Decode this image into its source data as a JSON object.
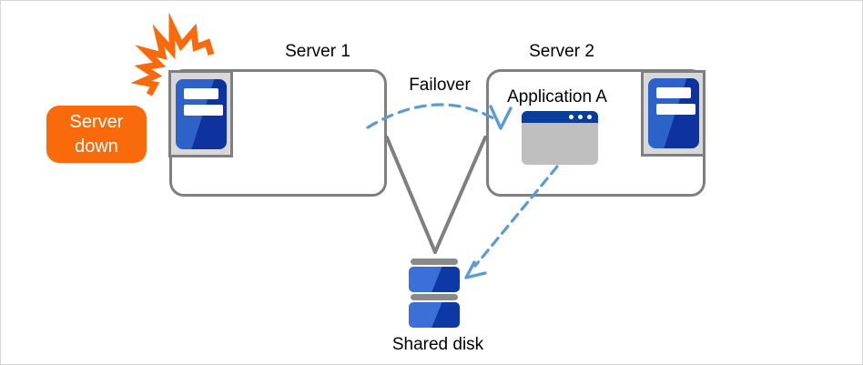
{
  "diagram": {
    "badge": {
      "label": "Server down"
    },
    "nodes": {
      "server1": {
        "label": "Server 1",
        "icon": "server-icon"
      },
      "server2": {
        "label": "Server 2",
        "icon": "server-icon"
      },
      "application": {
        "label": "Application A",
        "icon": "app-window-icon"
      },
      "shared_disk": {
        "label": "Shared disk",
        "icon": "disk-icon"
      }
    },
    "connections": [
      {
        "from": "Server 1",
        "to": "Server 2",
        "label": "Failover",
        "style": "dashed-blue-arrow"
      },
      {
        "from": "Server 1",
        "to": "Shared disk",
        "style": "solid-gray-line"
      },
      {
        "from": "Server 2",
        "to": "Shared disk",
        "style": "solid-gray-line"
      },
      {
        "from": "Application A",
        "to": "Shared disk",
        "style": "dashed-blue-arrow"
      }
    ],
    "colors": {
      "accent_orange": "#F96A0B",
      "server_blue_light": "#2D62C9",
      "server_blue_dark": "#0F339E",
      "window_titlebar_blue": "#0A3E9B",
      "window_body_gray": "#BFBFBF",
      "dashed_arrow_blue": "#5B9BD5",
      "line_gray": "#7F7F7F",
      "icon_frame_gray": "#D8D8D8"
    }
  }
}
